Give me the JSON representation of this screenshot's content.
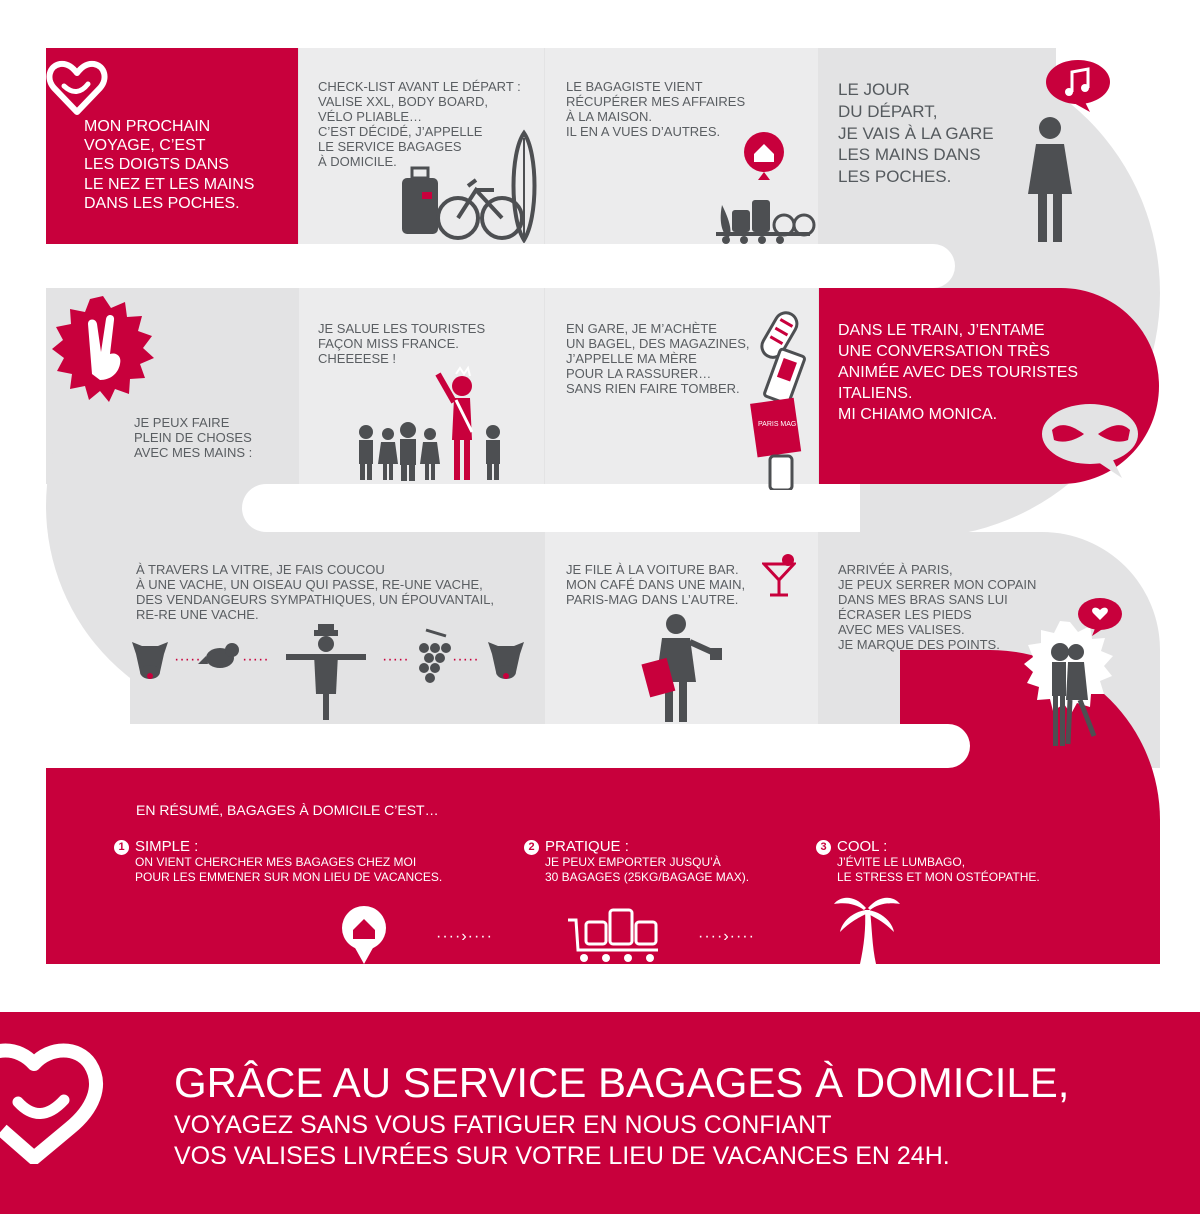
{
  "row1": {
    "intro": "MON PROCHAIN\nVOYAGE, C’EST\nLES DOIGTS DANS\nLE NEZ ET LES MAINS\nDANS LES POCHES.",
    "checklist": "CHECK-LIST AVANT LE DÉPART :\nVALISE XXL, BODY BOARD,\nVÉLO PLIABLE…\nC’EST DÉCIDÉ, J’APPELLE\nLE SERVICE BAGAGES\nÀ DOMICILE.",
    "bagagiste": "LE BAGAGISTE VIENT\nRÉCUPÉRER MES AFFAIRES\nÀ LA MAISON.\nIL EN A VUES D’AUTRES.",
    "jour": "LE JOUR\nDU DÉPART,\nJE VAIS À LA GARE\nLES MAINS DANS\nLES POCHES."
  },
  "row2": {
    "mains": "JE PEUX FAIRE\nPLEIN DE CHOSES\nAVEC MES MAINS :",
    "touristes": "JE SALUE LES TOURISTES\nFAÇON MISS FRANCE.\nCHEEEESE !",
    "gare": "EN GARE, JE M’ACHÈTE\nUN BAGEL, DES MAGAZINES,\nJ’APPELLE MA MÈRE\nPOUR LA RASSURER…\nSANS RIEN FAIRE TOMBER.",
    "magazine": "PARIS MAG",
    "train": "DANS LE TRAIN, J’ENTAME\nUNE CONVERSATION TRÈS\nANIMÉE AVEC DES TOURISTES\nITALIENS.\nMI CHIAMO MONICA."
  },
  "row3": {
    "vitre": "À TRAVERS LA VITRE, JE FAIS COUCOU\nÀ UNE VACHE, UN OISEAU QUI PASSE, RE-UNE VACHE,\nDES VENDANGEURS SYMPATHIQUES, UN ÉPOUVANTAIL,\nRE-RE UNE VACHE.",
    "bar": "JE FILE À LA VOITURE BAR.\nMON CAFÉ DANS UNE MAIN,\nPARIS-MAG DANS L’AUTRE.",
    "paris": "ARRIVÉE À PARIS,\nJE PEUX SERRER MON COPAIN\nDANS MES BRAS SANS LUI\nÉCRASER LES PIEDS\nAVEC MES VALISES.\nJE MARQUE DES POINTS."
  },
  "summary": {
    "heading": "EN RÉSUMÉ, BAGAGES À DOMICILE C’EST…",
    "items": [
      {
        "num": "1",
        "title": "SIMPLE :",
        "desc": "ON VIENT CHERCHER MES BAGAGES CHEZ MOI\nPOUR LES EMMENER SUR MON LIEU DE VACANCES."
      },
      {
        "num": "2",
        "title": "PRATIQUE :",
        "desc": "JE PEUX EMPORTER JUSQU’À\n30 BAGAGES (25KG/BAGAGE MAX)."
      },
      {
        "num": "3",
        "title": "COOL :",
        "desc": "J’ÉVITE LE LUMBAGO,\nLE STRESS ET MON OSTÉOPATHE."
      }
    ]
  },
  "banner": {
    "title": "GRÂCE AU SERVICE BAGAGES À DOMICILE,",
    "line1": "VOYAGEZ SANS VOUS FATIGUER EN NOUS CONFIANT",
    "line2": "VOS VALISES LIVRÉES SUR VOTRE LIEU DE VACANCES EN 24H."
  },
  "colors": {
    "brand_red": "#c8003c",
    "grey_band": "#e3e3e4",
    "icon_grey": "#4d4f52"
  },
  "icons": [
    "heart-smile-icon",
    "music-note-icon",
    "victory-hand-icon",
    "handshake-icon",
    "heart-bubble-icon",
    "house-pin-icon",
    "palm-tree-icon",
    "luggage-cart-icon",
    "cocktail-icon",
    "cow-icon",
    "bird-icon",
    "scarecrow-icon",
    "grapes-icon"
  ]
}
